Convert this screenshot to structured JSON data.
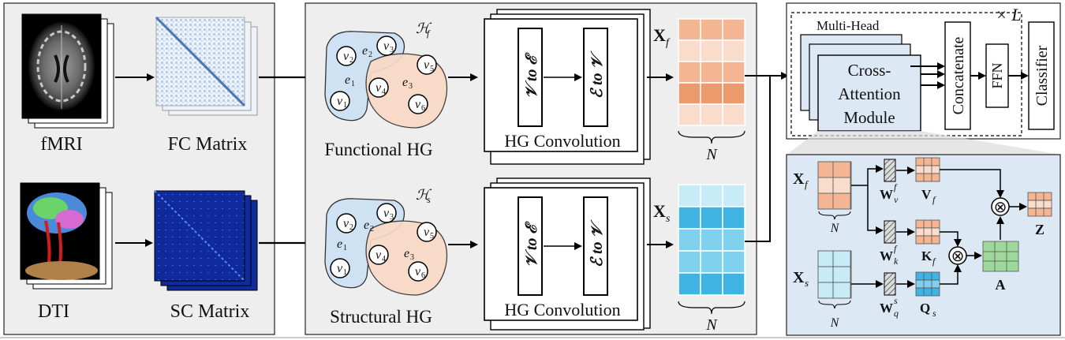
{
  "panel_input": {
    "fmri_label": "fMRI",
    "fc_label": "FC Matrix",
    "dti_label": "DTI",
    "sc_label": "SC Matrix"
  },
  "panel_hg": {
    "hf_label": "ℋ",
    "hf_sub": "f",
    "hs_label": "ℋ",
    "hs_sub": "s",
    "functional_label": "Functional HG",
    "structural_label": "Structural HG",
    "v_nodes": [
      "v",
      "v",
      "v",
      "v",
      "v",
      "v"
    ],
    "v_subs": [
      "1",
      "2",
      "3",
      "4",
      "5",
      "6"
    ],
    "e_labels": [
      "e",
      "e",
      "e"
    ],
    "e_subs": [
      "1",
      "2",
      "3"
    ],
    "conv_label": "HG Convolution",
    "v_to_e": "𝒱 to ℰ",
    "e_to_v": "ℰ to 𝒱",
    "xf": "X",
    "xf_sub": "f",
    "xs": "X",
    "xs_sub": "s",
    "n_label": "N"
  },
  "panel_fusion": {
    "multi_head": "Multi-Head",
    "times_l": "× L",
    "cross_attention": [
      "Cross-",
      "Attention",
      "Module"
    ],
    "concatenate": "Concatenate",
    "ffn": "FFN",
    "classifier": "Classifier"
  },
  "panel_detail": {
    "xf": "X",
    "xf_sub": "f",
    "xs": "X",
    "xs_sub": "s",
    "wv": "W",
    "wv_sup": "f",
    "wv_sub": "v",
    "wk": "W",
    "wk_sup": "f",
    "wk_sub": "k",
    "wq": "W",
    "wq_sup": "s",
    "wq_sub": "q",
    "vf": "V",
    "vf_sub": "f",
    "kf": "K",
    "kf_sub": "f",
    "qs": "Q",
    "qs_sub": "s",
    "a": "A",
    "z": "Z",
    "n": "N",
    "otimes": "⊗"
  },
  "colors": {
    "orange_light": "#f9dccc",
    "orange_mid": "#f4b593",
    "orange_dark": "#ec9a6c",
    "blue_light": "#c7ecf8",
    "blue_mid": "#7fd1ee",
    "blue_dark": "#3fb4e3",
    "hedge_blue": "#cfe2f3",
    "hedge_orange": "#f9d9c6",
    "green": "#9fd89b",
    "detail_bg": "#dde8f5",
    "panel_bg": "#eeeeee"
  }
}
